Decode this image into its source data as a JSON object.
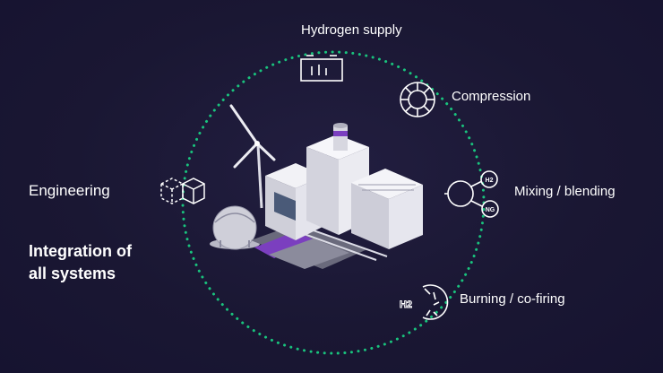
{
  "labels": {
    "hydrogen_supply": "Hydrogen supply",
    "compression": "Compression",
    "mixing_blending": "Mixing / blending",
    "burning_cofiring": "Burning / co-firing",
    "engineering": "Engineering",
    "integration_line1": "Integration of",
    "integration_line2": "all systems"
  },
  "badges": {
    "h2": "H2",
    "ng": "NG"
  },
  "icons": {
    "hydrogen_supply": "battery-tank-icon",
    "compression": "compressor-ring-icon",
    "mixing": "mixing-valve-icon",
    "burning": "h2-burner-icon",
    "engineering": "cube-icon"
  },
  "colors": {
    "background": "#1a1733",
    "accent_dots": "#19c37d",
    "text": "#ffffff",
    "purple_accent": "#7b3fbf"
  }
}
